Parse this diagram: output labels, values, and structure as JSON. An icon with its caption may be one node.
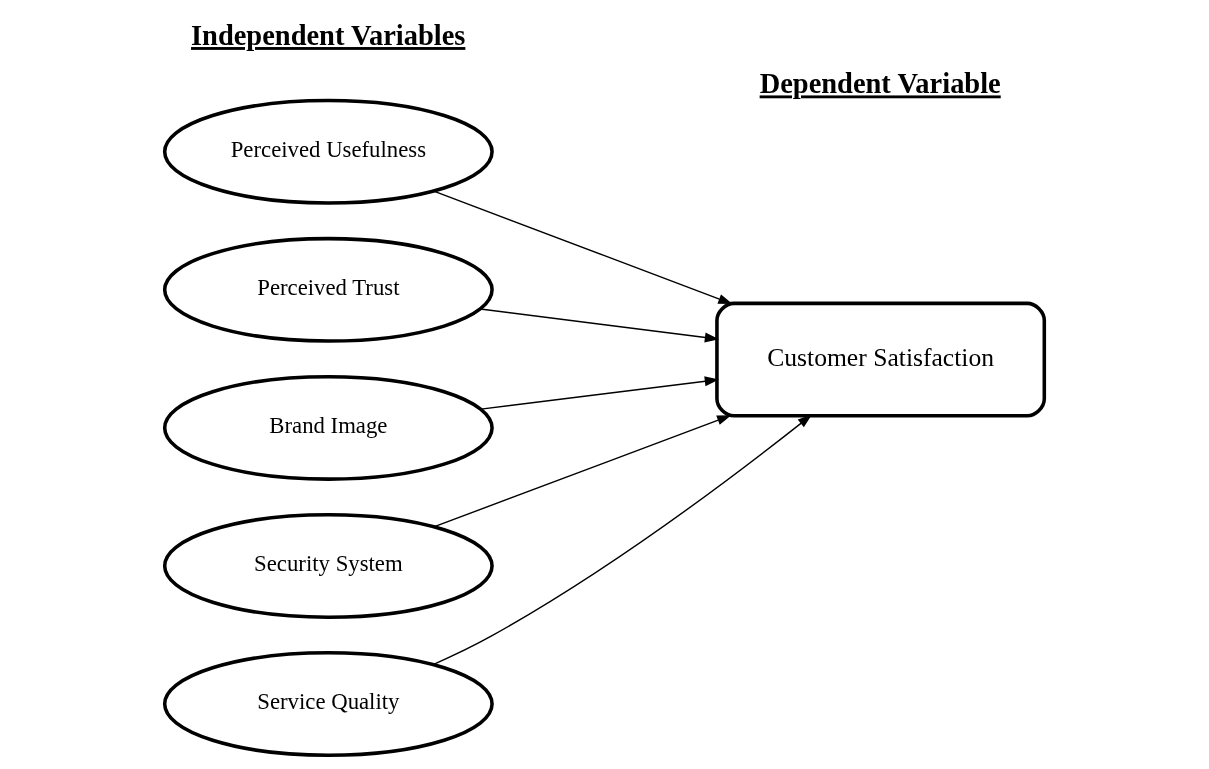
{
  "diagram": {
    "nodes": [
      {
        "text": [
          "Perceived Usefulness"
        ]
      },
      {
        "text": [
          "Perceived Trust"
        ]
      },
      {
        "text": [
          "Brand Image"
        ]
      },
      {
        "text": [
          "Security System"
        ]
      },
      {
        "text": [
          "Service Quality"
        ]
      },
      {
        "text": [
          "Customer Satisfaction"
        ]
      }
    ],
    "edges": [
      {
        "from": 0,
        "to": 5,
        "arrow": "to"
      },
      {
        "from": 1,
        "to": 5,
        "arrow": "to"
      },
      {
        "from": 2,
        "to": 5,
        "arrow": "to"
      },
      {
        "from": 3,
        "to": 5,
        "arrow": "to"
      },
      {
        "from": 4,
        "to": 5,
        "arrow": "to"
      }
    ],
    "labels": [
      "Independent Variables",
      "Dependent Variable"
    ]
  }
}
